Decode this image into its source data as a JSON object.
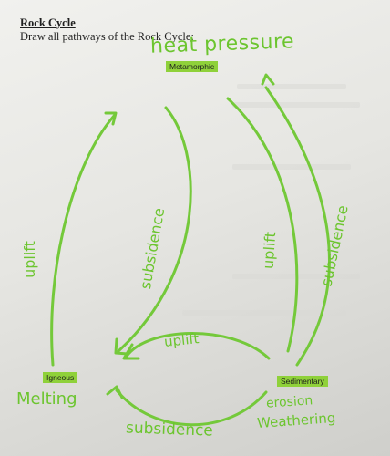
{
  "header": {
    "title": "Rock Cycle",
    "instruction": "Draw all pathways of the Rock Cycle:"
  },
  "nodes": {
    "metamorphic": "Metamorphic",
    "igneous": "Igneous",
    "sedimentary": "Sedimentary"
  },
  "handwriting": {
    "heat_pressure": "heat pressure",
    "melting": "Melting",
    "erosion": "erosion",
    "weathering": "Weathering",
    "subsidence_bottom": "subsidence",
    "uplift_center": "uplift",
    "uplift_left": "uplift",
    "subsidence_left": "subsidence",
    "uplift_right": "uplift",
    "subsidence_right": "subsidence"
  },
  "colors": {
    "highlight": "#8fd13a",
    "ink": "#6cc52f"
  }
}
